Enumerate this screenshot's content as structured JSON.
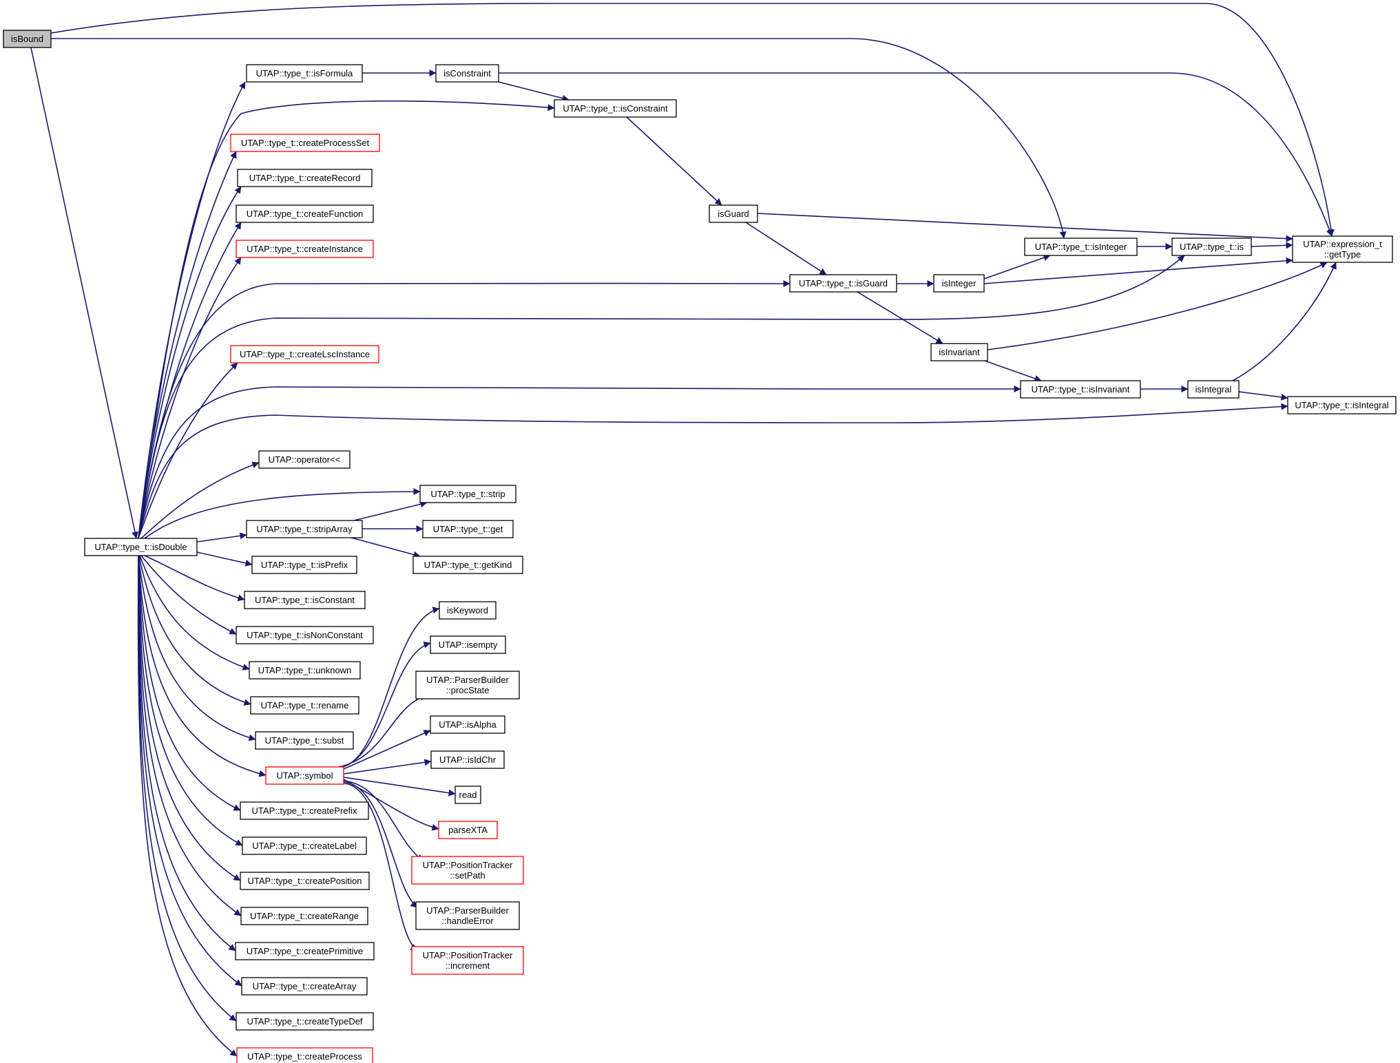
{
  "diagram": {
    "colors": {
      "edge": "#191970",
      "node_border": "#000000",
      "node_border_incomplete": "#ff0000",
      "root_fill": "#bfbfbf",
      "background": "#ffffff"
    },
    "nodes": [
      {
        "id": "isBound",
        "lines": [
          "isBound"
        ],
        "root": true
      },
      {
        "id": "isDouble",
        "lines": [
          "UTAP::type_t::isDouble"
        ]
      },
      {
        "id": "isFormula",
        "lines": [
          "UTAP::type_t::isFormula"
        ]
      },
      {
        "id": "createProcessSet",
        "lines": [
          "UTAP::type_t::createProcessSet"
        ],
        "incomplete": true
      },
      {
        "id": "createRecord",
        "lines": [
          "UTAP::type_t::createRecord"
        ]
      },
      {
        "id": "createFunction",
        "lines": [
          "UTAP::type_t::createFunction"
        ]
      },
      {
        "id": "createInstance",
        "lines": [
          "UTAP::type_t::createInstance"
        ],
        "incomplete": true
      },
      {
        "id": "createLscInstance",
        "lines": [
          "UTAP::type_t::createLscInstance"
        ],
        "incomplete": true
      },
      {
        "id": "operatorShl",
        "lines": [
          "UTAP::operator<<"
        ]
      },
      {
        "id": "stripArray",
        "lines": [
          "UTAP::type_t::stripArray"
        ]
      },
      {
        "id": "isPrefix",
        "lines": [
          "UTAP::type_t::isPrefix"
        ]
      },
      {
        "id": "isConstant",
        "lines": [
          "UTAP::type_t::isConstant"
        ]
      },
      {
        "id": "isNonConstant",
        "lines": [
          "UTAP::type_t::isNonConstant"
        ]
      },
      {
        "id": "unknown",
        "lines": [
          "UTAP::type_t::unknown"
        ]
      },
      {
        "id": "rename",
        "lines": [
          "UTAP::type_t::rename"
        ]
      },
      {
        "id": "subst",
        "lines": [
          "UTAP::type_t::subst"
        ]
      },
      {
        "id": "symbol",
        "lines": [
          "UTAP::symbol"
        ],
        "incomplete": true
      },
      {
        "id": "createPrefix",
        "lines": [
          "UTAP::type_t::createPrefix"
        ]
      },
      {
        "id": "createLabel",
        "lines": [
          "UTAP::type_t::createLabel"
        ]
      },
      {
        "id": "createPosition",
        "lines": [
          "UTAP::type_t::createPosition"
        ]
      },
      {
        "id": "createRange",
        "lines": [
          "UTAP::type_t::createRange"
        ]
      },
      {
        "id": "createPrimitive",
        "lines": [
          "UTAP::type_t::createPrimitive"
        ]
      },
      {
        "id": "createArray",
        "lines": [
          "UTAP::type_t::createArray"
        ]
      },
      {
        "id": "createTypeDef",
        "lines": [
          "UTAP::type_t::createTypeDef"
        ]
      },
      {
        "id": "createProcess",
        "lines": [
          "UTAP::type_t::createProcess"
        ],
        "incomplete": true
      },
      {
        "id": "isConstraintFree",
        "lines": [
          "isConstraint"
        ]
      },
      {
        "id": "strip",
        "lines": [
          "UTAP::type_t::strip"
        ]
      },
      {
        "id": "get",
        "lines": [
          "UTAP::type_t::get"
        ]
      },
      {
        "id": "getKind",
        "lines": [
          "UTAP::type_t::getKind"
        ]
      },
      {
        "id": "isKeyword",
        "lines": [
          "isKeyword"
        ]
      },
      {
        "id": "isempty",
        "lines": [
          "UTAP::isempty"
        ]
      },
      {
        "id": "procState",
        "lines": [
          "UTAP::ParserBuilder",
          "::procState"
        ]
      },
      {
        "id": "isAlpha",
        "lines": [
          "UTAP::isAlpha"
        ]
      },
      {
        "id": "isIdChr",
        "lines": [
          "UTAP::isIdChr"
        ]
      },
      {
        "id": "read",
        "lines": [
          "read"
        ]
      },
      {
        "id": "parseXTA",
        "lines": [
          "parseXTA"
        ],
        "incomplete": true
      },
      {
        "id": "setPath",
        "lines": [
          "UTAP::PositionTracker",
          "::setPath"
        ],
        "incomplete": true
      },
      {
        "id": "handleError",
        "lines": [
          "UTAP::ParserBuilder",
          "::handleError"
        ]
      },
      {
        "id": "increment",
        "lines": [
          "UTAP::PositionTracker",
          "::increment"
        ],
        "incomplete": true
      },
      {
        "id": "isConstraintM",
        "lines": [
          "UTAP::type_t::isConstraint"
        ]
      },
      {
        "id": "isGuardFree",
        "lines": [
          "isGuard"
        ]
      },
      {
        "id": "isGuardM",
        "lines": [
          "UTAP::type_t::isGuard"
        ]
      },
      {
        "id": "isIntegerFree",
        "lines": [
          "isInteger"
        ]
      },
      {
        "id": "isInvariantFree",
        "lines": [
          "isInvariant"
        ]
      },
      {
        "id": "isIntegerM",
        "lines": [
          "UTAP::type_t::isInteger"
        ]
      },
      {
        "id": "isInvariantM",
        "lines": [
          "UTAP::type_t::isInvariant"
        ]
      },
      {
        "id": "is",
        "lines": [
          "UTAP::type_t::is"
        ]
      },
      {
        "id": "isIntegralFree",
        "lines": [
          "isIntegral"
        ]
      },
      {
        "id": "getType",
        "lines": [
          "UTAP::expression_t",
          "::getType"
        ]
      },
      {
        "id": "isIntegralM",
        "lines": [
          "UTAP::type_t::isIntegral"
        ]
      }
    ],
    "edges": [
      [
        "isBound",
        "isDouble"
      ],
      [
        "isBound",
        "getType"
      ],
      [
        "isBound",
        "isIntegerM"
      ],
      [
        "isDouble",
        "isFormula"
      ],
      [
        "isDouble",
        "isConstraintM"
      ],
      [
        "isDouble",
        "createProcessSet"
      ],
      [
        "isDouble",
        "createRecord"
      ],
      [
        "isDouble",
        "createFunction"
      ],
      [
        "isDouble",
        "createInstance"
      ],
      [
        "isDouble",
        "isGuardM"
      ],
      [
        "isDouble",
        "is"
      ],
      [
        "isDouble",
        "createLscInstance"
      ],
      [
        "isDouble",
        "isInvariantM"
      ],
      [
        "isDouble",
        "isIntegralM"
      ],
      [
        "isDouble",
        "operatorShl"
      ],
      [
        "isDouble",
        "strip"
      ],
      [
        "isDouble",
        "stripArray"
      ],
      [
        "isDouble",
        "isPrefix"
      ],
      [
        "isDouble",
        "isConstant"
      ],
      [
        "isDouble",
        "isNonConstant"
      ],
      [
        "isDouble",
        "unknown"
      ],
      [
        "isDouble",
        "rename"
      ],
      [
        "isDouble",
        "subst"
      ],
      [
        "isDouble",
        "symbol"
      ],
      [
        "isDouble",
        "createPrefix"
      ],
      [
        "isDouble",
        "createLabel"
      ],
      [
        "isDouble",
        "createPosition"
      ],
      [
        "isDouble",
        "createRange"
      ],
      [
        "isDouble",
        "createPrimitive"
      ],
      [
        "isDouble",
        "createArray"
      ],
      [
        "isDouble",
        "createTypeDef"
      ],
      [
        "isDouble",
        "createProcess"
      ],
      [
        "isFormula",
        "isConstraintFree"
      ],
      [
        "isConstraintFree",
        "isConstraintM"
      ],
      [
        "isConstraintFree",
        "getType"
      ],
      [
        "isConstraintM",
        "isGuardFree"
      ],
      [
        "isGuardFree",
        "isGuardM"
      ],
      [
        "isGuardFree",
        "getType"
      ],
      [
        "isGuardM",
        "isIntegerFree"
      ],
      [
        "isGuardM",
        "isInvariantFree"
      ],
      [
        "isIntegerFree",
        "isIntegerM"
      ],
      [
        "isIntegerFree",
        "getType"
      ],
      [
        "isIntegerM",
        "is"
      ],
      [
        "is",
        "getType"
      ],
      [
        "isInvariantFree",
        "isInvariantM"
      ],
      [
        "isInvariantFree",
        "getType"
      ],
      [
        "isInvariantM",
        "isIntegralFree"
      ],
      [
        "isIntegralFree",
        "getType"
      ],
      [
        "isIntegralFree",
        "isIntegralM"
      ],
      [
        "stripArray",
        "strip"
      ],
      [
        "stripArray",
        "get"
      ],
      [
        "stripArray",
        "getKind"
      ],
      [
        "symbol",
        "isKeyword"
      ],
      [
        "symbol",
        "isempty"
      ],
      [
        "symbol",
        "procState"
      ],
      [
        "symbol",
        "isAlpha"
      ],
      [
        "symbol",
        "isIdChr"
      ],
      [
        "symbol",
        "read"
      ],
      [
        "symbol",
        "parseXTA"
      ],
      [
        "symbol",
        "setPath"
      ],
      [
        "symbol",
        "handleError"
      ],
      [
        "symbol",
        "increment"
      ]
    ]
  }
}
